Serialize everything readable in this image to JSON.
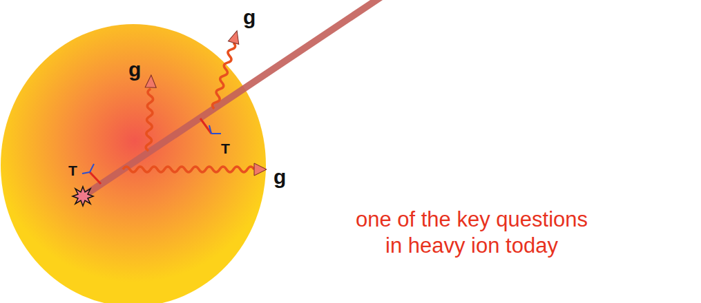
{
  "diagram": {
    "labels": [
      "g",
      "g",
      "T",
      "T",
      "g",
      "one of the key questions in heavy ion today"
    ]
  }
}
